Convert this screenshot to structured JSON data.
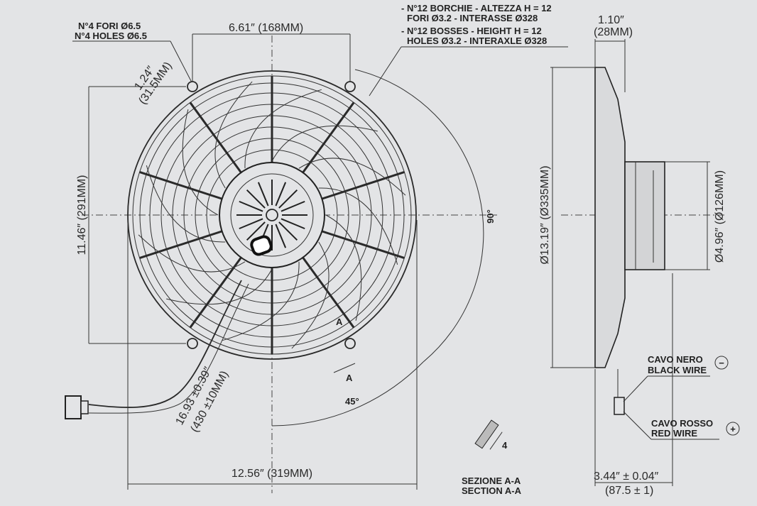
{
  "notes": {
    "holes_it": "N°4 FORI Ø6.5",
    "holes_en": "N°4 HOLES Ø6.5",
    "bosses_it_1": "- N°12 BORCHIE - ALTEZZA H = 12",
    "bosses_it_2": "FORI Ø3.2 - INTERASSE Ø328",
    "bosses_en_1": "- N°12 BOSSES - HEIGHT H = 12",
    "bosses_en_2": "HOLES Ø3.2 - INTERAXLE Ø328",
    "black_wire_it": "CAVO NERO",
    "black_wire_en": "BLACK WIRE",
    "black_wire_symbol": "−",
    "red_wire_it": "CAVO ROSSO",
    "red_wire_en": "RED WIRE",
    "red_wire_symbol": "+",
    "section_it": "SEZIONE A-A",
    "section_en": "SECTION A-A",
    "section_dim": "4",
    "section_mark_1": "A",
    "section_mark_2": "A"
  },
  "dimensions": {
    "hole_spacing": "6.61″ (168MM)",
    "hole_offset_in": "1.24″",
    "hole_offset_mm": "(31.5MM)",
    "height": "11.46″ (291MM)",
    "width": "12.56″ (319MM)",
    "cable_in": "16.93 ±0.39″",
    "cable_mm": "(430 ±10MM)",
    "angle_90": "90°",
    "angle_45": "45°",
    "depth_in": "1.10″",
    "depth_mm": "(28MM)",
    "diameter": "Ø13.19″ (Ø335MM)",
    "motor_diameter": "Ø4.96″ (Ø126MM)",
    "total_depth_in": "3.44″ ± 0.04″",
    "total_depth_mm": "(87.5 ± 1)"
  }
}
